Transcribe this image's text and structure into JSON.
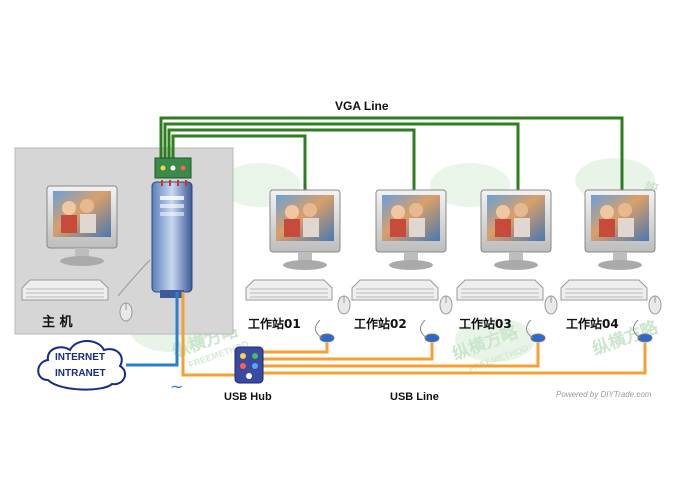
{
  "labels": {
    "vga_line": "VGA Line",
    "host": "主  机",
    "internet": "INTERNET",
    "intranet": "INTRANET",
    "usb_hub": "USB Hub",
    "usb_line": "USB Line",
    "workstations": [
      "工作站01",
      "工作站02",
      "工作站03",
      "工作站04"
    ]
  },
  "watermark": {
    "brand_cn": "纵横方略",
    "brand_en": "FREEMETHOD",
    "footer": "Powered by DIYTrade.com"
  },
  "colors": {
    "vga_line": "#2e7d1e",
    "usb_line": "#f5a030",
    "network_line": "#2a7fd0",
    "host_panel": "#d6d6d6",
    "cloud_stroke": "#1a2a8a"
  },
  "icons": {
    "monitor": "monitor-icon",
    "keyboard": "keyboard-icon",
    "mouse": "mouse-icon",
    "tower": "pc-tower-icon",
    "hub": "usb-hub-icon",
    "cloud": "cloud-icon"
  }
}
